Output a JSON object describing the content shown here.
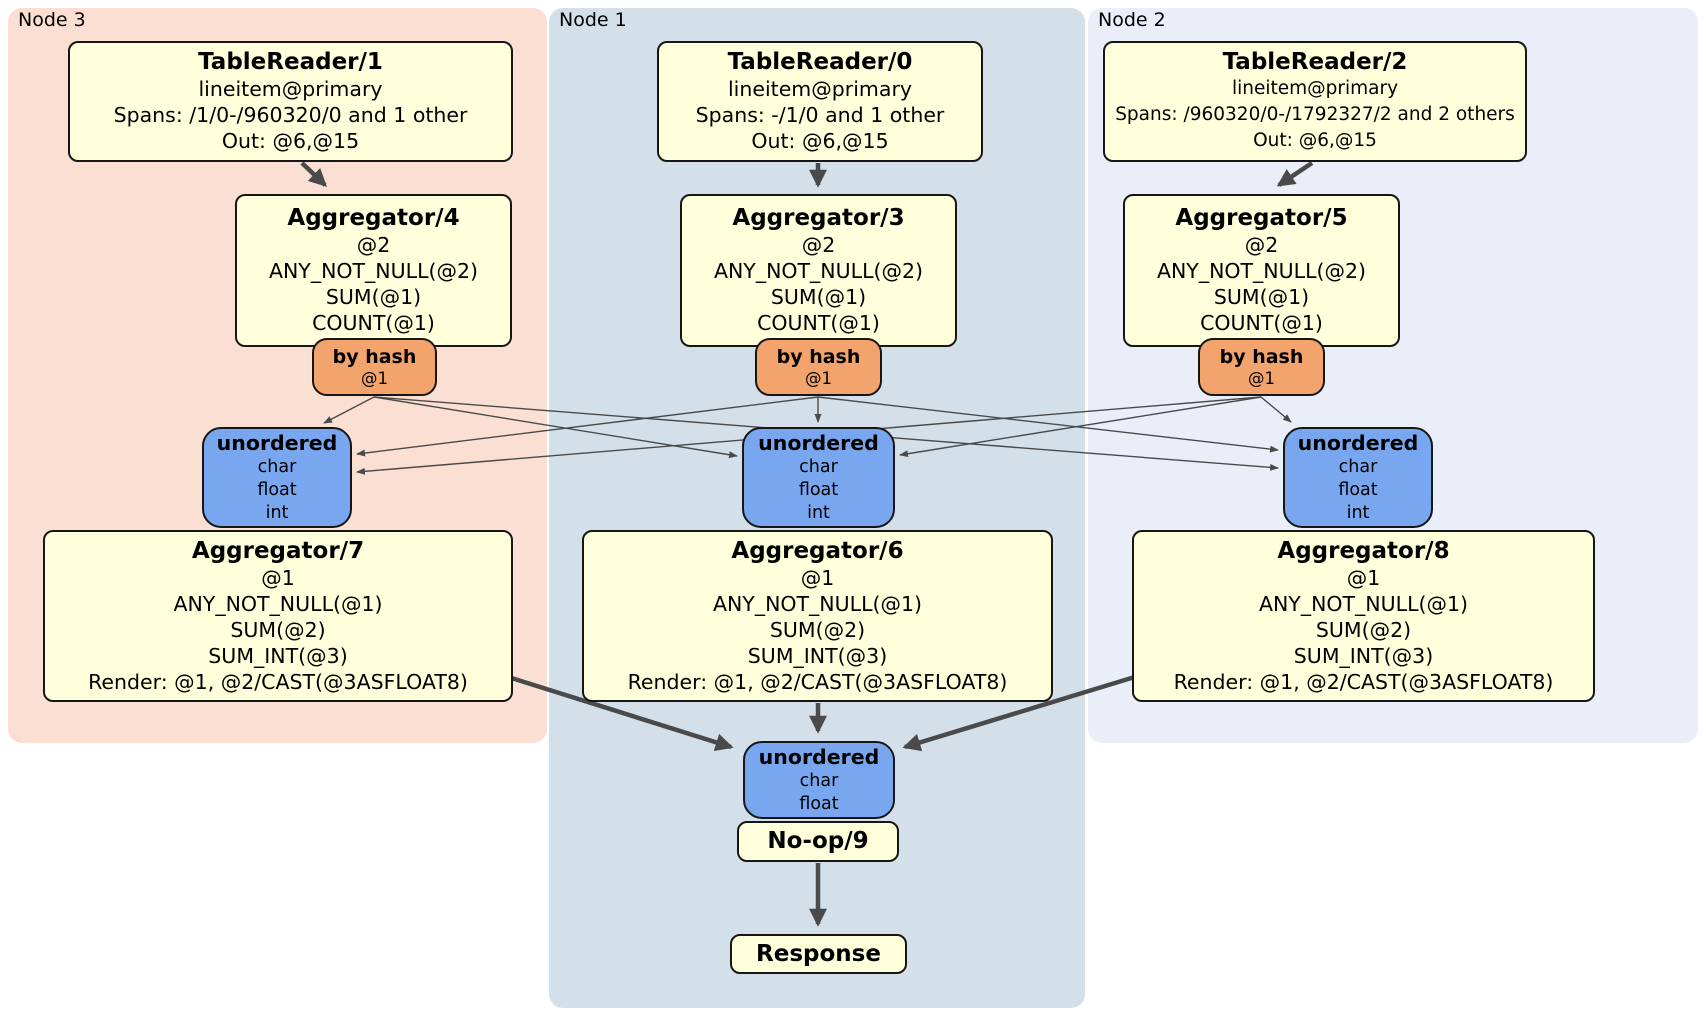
{
  "regions": {
    "node3": {
      "label": "Node 3"
    },
    "node1": {
      "label": "Node 1"
    },
    "node2": {
      "label": "Node 2"
    }
  },
  "boxes": {
    "tr1": {
      "title": "TableReader/1",
      "lines": [
        "lineitem@primary",
        "Spans: /1/0-/960320/0 and 1 other",
        "Out: @6,@15"
      ]
    },
    "tr0": {
      "title": "TableReader/0",
      "lines": [
        "lineitem@primary",
        "Spans: -/1/0 and 1 other",
        "Out: @6,@15"
      ]
    },
    "tr2": {
      "title": "TableReader/2",
      "lines": [
        "lineitem@primary",
        "Spans: /960320/0-/1792327/2 and 2 others",
        "Out: @6,@15"
      ]
    },
    "agg4": {
      "title": "Aggregator/4",
      "lines": [
        "@2",
        "ANY_NOT_NULL(@2)",
        "SUM(@1)",
        "COUNT(@1)"
      ]
    },
    "agg3": {
      "title": "Aggregator/3",
      "lines": [
        "@2",
        "ANY_NOT_NULL(@2)",
        "SUM(@1)",
        "COUNT(@1)"
      ]
    },
    "agg5": {
      "title": "Aggregator/5",
      "lines": [
        "@2",
        "ANY_NOT_NULL(@2)",
        "SUM(@1)",
        "COUNT(@1)"
      ]
    },
    "agg7": {
      "title": "Aggregator/7",
      "lines": [
        "@1",
        "ANY_NOT_NULL(@1)",
        "SUM(@2)",
        "SUM_INT(@3)",
        "Render: @1, @2/CAST(@3ASFLOAT8)"
      ]
    },
    "agg6": {
      "title": "Aggregator/6",
      "lines": [
        "@1",
        "ANY_NOT_NULL(@1)",
        "SUM(@2)",
        "SUM_INT(@3)",
        "Render: @1, @2/CAST(@3ASFLOAT8)"
      ]
    },
    "agg8": {
      "title": "Aggregator/8",
      "lines": [
        "@1",
        "ANY_NOT_NULL(@1)",
        "SUM(@2)",
        "SUM_INT(@3)",
        "Render: @1, @2/CAST(@3ASFLOAT8)"
      ]
    },
    "noop": {
      "title": "No-op/9"
    },
    "response": {
      "title": "Response"
    }
  },
  "routers": {
    "left": {
      "label": "by hash",
      "detail": "@1"
    },
    "middle": {
      "label": "by hash",
      "detail": "@1"
    },
    "right": {
      "label": "by hash",
      "detail": "@1"
    }
  },
  "syncs": {
    "left": {
      "label": "unordered",
      "columns": [
        "char",
        "float",
        "int"
      ]
    },
    "middle": {
      "label": "unordered",
      "columns": [
        "char",
        "float",
        "int"
      ]
    },
    "right": {
      "label": "unordered",
      "columns": [
        "char",
        "float",
        "int"
      ]
    },
    "bottom": {
      "label": "unordered",
      "columns": [
        "char",
        "float"
      ]
    }
  },
  "colors": {
    "node3_bg": "#fbdfd2",
    "node1_bg": "#d3e0e9",
    "node2_bg": "#e9eef8",
    "processor_fill": "#ffffdb",
    "router_fill": "#f3a36c",
    "sync_fill": "#78a7f0",
    "edge_color": "#4a4a4a"
  }
}
